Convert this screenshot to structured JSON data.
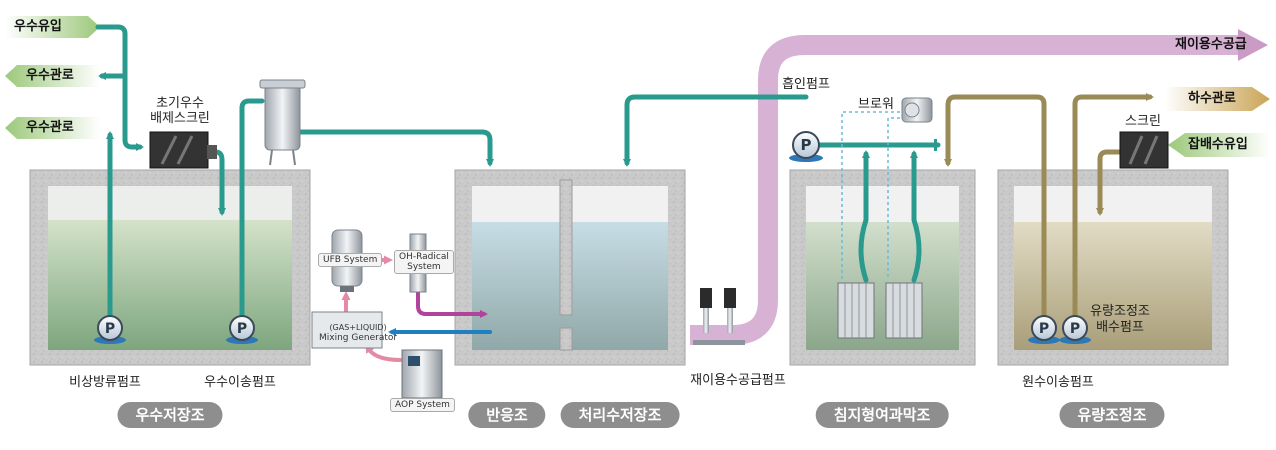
{
  "tanks": {
    "rain": "우수저장조",
    "reaction": "반응조",
    "treated": "처리수저장조",
    "membrane": "침지형여과막조",
    "equalization": "유량조정조"
  },
  "arrows": {
    "rain_inflow": "우수유입",
    "rain_pipe_1": "우수관로",
    "rain_pipe_2": "우수관로",
    "reuse_supply": "재이용수공급",
    "sewer_pipe": "하수관로",
    "wastewater_inflow": "잡배수유입"
  },
  "labels": {
    "first_flush_screen_1": "초기우수",
    "first_flush_screen_2": "배제스크린",
    "emergency_pump": "비상방류펌프",
    "rain_transfer_pump": "우수이송펌프",
    "reuse_pump": "재이용수공급펌프",
    "suction_pump": "흡인펌프",
    "blower": "브로워",
    "screen": "스크린",
    "eq_pump_1": "유량조정조",
    "eq_pump_2": "배수펌프",
    "raw_transfer_pump": "원수이송펌프"
  },
  "equipment": {
    "ufb": "UFB System",
    "ohr_1": "OH-Radical",
    "ohr_2": "System",
    "mix_1": "(GAS+LIQUID)",
    "mix_2": "Mixing Generator",
    "aop": "AOP System"
  },
  "pump_symbol": "P",
  "colors": {
    "teal": "#2a9a8e",
    "olive": "#9a8a55",
    "pink_band": "#d9b3d6",
    "magenta": "#b0449a",
    "blue": "#1e7fc2",
    "pill": "#8e8e8e"
  }
}
